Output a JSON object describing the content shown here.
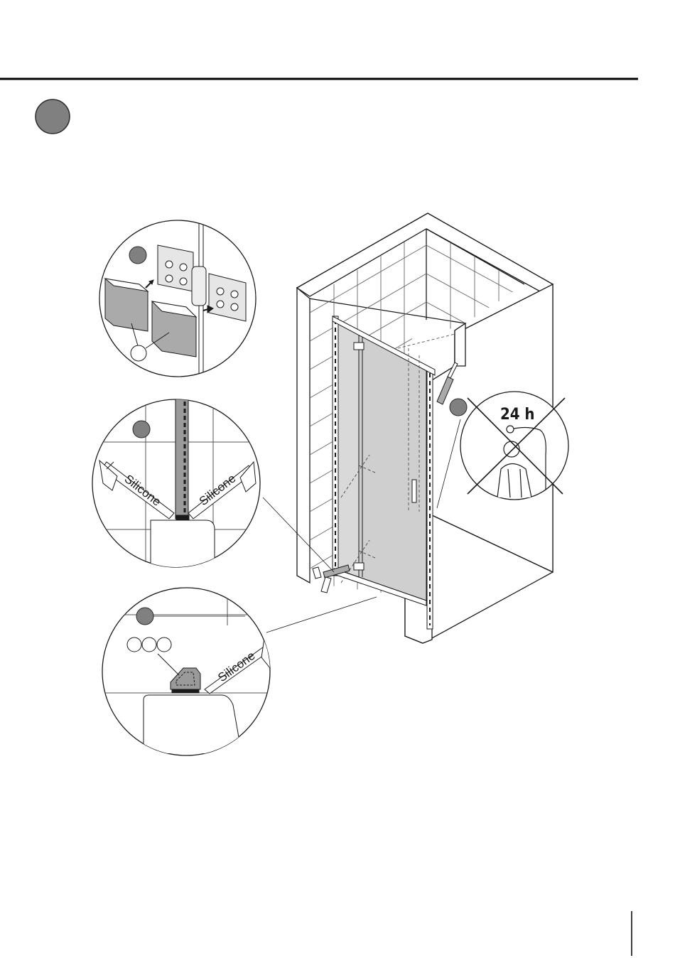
{
  "figure": {
    "labels": {
      "silicone_left": "Silicone",
      "silicone_right": "Silicone",
      "silicone_bottom": "Silicone",
      "wait_time": "24 h"
    }
  },
  "colors": {
    "step_marker": "#808080",
    "line": "#1a1a1a",
    "glass": "#d9d9d9",
    "profile": "#9a9a9a"
  },
  "icons": {
    "step_marker": "step-circle-icon",
    "no_shower": "no-shower-icon"
  }
}
